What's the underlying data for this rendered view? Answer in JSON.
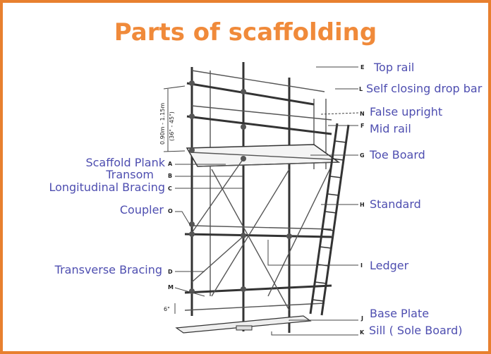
{
  "title": "Parts of scaffolding",
  "dimension": {
    "metric": "0.90m - 1.15m",
    "imperial": "(36\" - 45\")",
    "base_height": "6\""
  },
  "labels_left": [
    {
      "letter": "A",
      "text": "Scaffold Plank"
    },
    {
      "letter": "B",
      "text": "Transom"
    },
    {
      "letter": "C",
      "text": "Longitudinal Bracing"
    },
    {
      "letter": "O",
      "text": "Coupler"
    },
    {
      "letter": "D",
      "text": "Transverse Bracing"
    },
    {
      "letter": "M",
      "text": ""
    }
  ],
  "labels_right": [
    {
      "letter": "E",
      "text": "Top rail"
    },
    {
      "letter": "L",
      "text": "Self closing drop bar"
    },
    {
      "letter": "N",
      "text": "False upright"
    },
    {
      "letter": "F",
      "text": "Mid rail"
    },
    {
      "letter": "G",
      "text": "Toe Board"
    },
    {
      "letter": "H",
      "text": "Standard"
    },
    {
      "letter": "I",
      "text": "Ledger"
    },
    {
      "letter": "J",
      "text": "Base Plate"
    },
    {
      "letter": "K",
      "text": "Sill ( Sole Board)"
    }
  ],
  "colors": {
    "border": "#E8802F",
    "title": "#F08A3A",
    "label": "#4E4EB0"
  }
}
